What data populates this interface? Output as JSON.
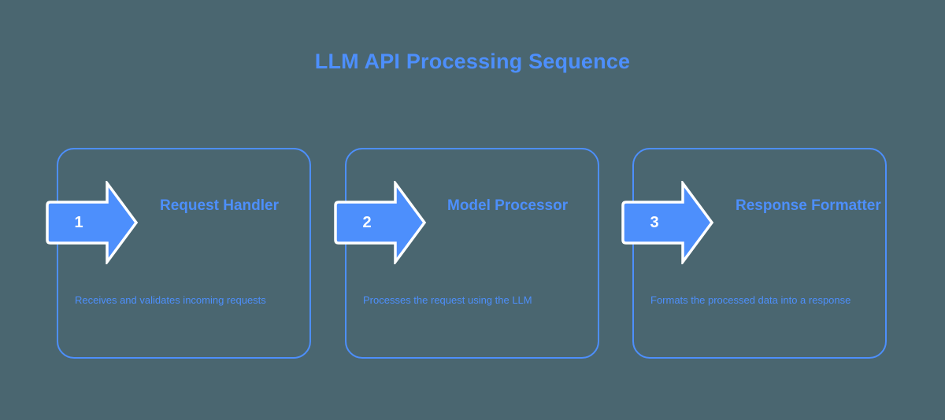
{
  "diagram": {
    "title": "LLM API Processing Sequence",
    "type": "process-sequence",
    "background_color": "#4a6670",
    "accent_color": "#4d8ffc",
    "arrow_fill_color": "#4d8ffc",
    "arrow_stroke_color": "#ffffff",
    "number_text_color": "#ffffff",
    "steps": [
      {
        "number": "1",
        "heading": "Request Handler",
        "description": "Receives and validates incoming requests"
      },
      {
        "number": "2",
        "heading": "Model Processor",
        "description": "Processes the request using the LLM"
      },
      {
        "number": "3",
        "heading": "Response Formatter",
        "description": "Formats the processed data into a response"
      }
    ]
  }
}
